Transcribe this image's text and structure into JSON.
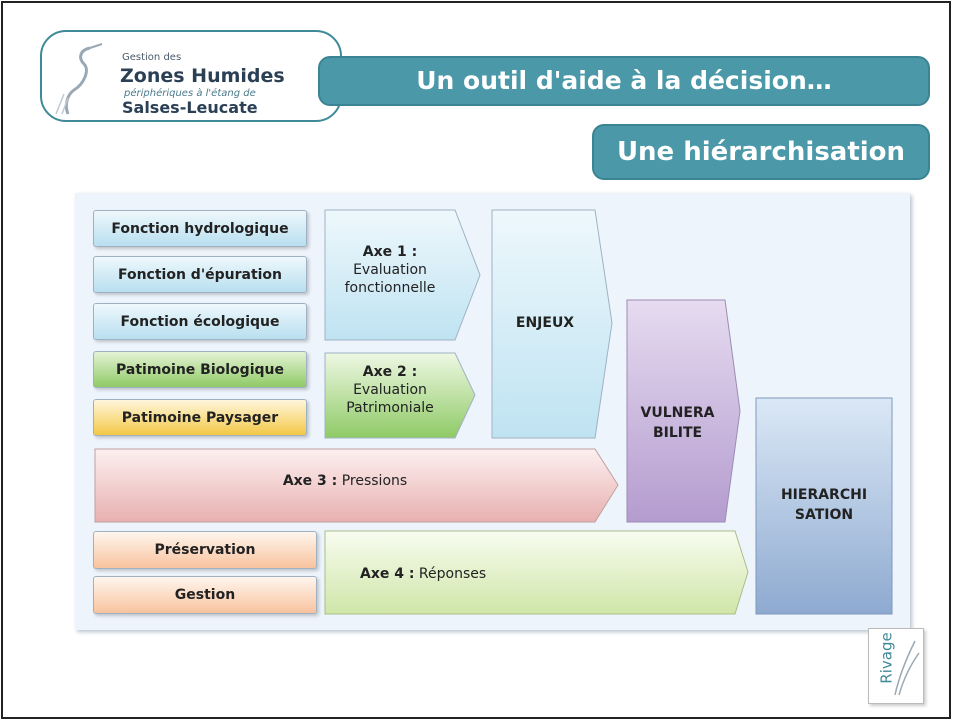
{
  "logo": {
    "line1": "Gestion des",
    "line2": "Zones Humides",
    "line3": "périphériques à l'étang de",
    "line4": "Salses-Leucate"
  },
  "banners": {
    "title": "Un outil d'aide à la décision…",
    "subtitle": "Une hiérarchisation"
  },
  "diagram": {
    "fonctions": [
      "Fonction hydrologique",
      "Fonction d'épuration",
      "Fonction écologique"
    ],
    "patrimoine": [
      "Patimoine Biologique",
      "Patimoine Paysager"
    ],
    "axe1": {
      "label": "Axe 1 :",
      "line1": "Evaluation",
      "line2": "fonctionnelle"
    },
    "axe2": {
      "label": "Axe 2 :",
      "line1": "Evaluation",
      "line2": "Patrimoniale"
    },
    "enjeux": "ENJEUX",
    "vulnera1": "VULNERA",
    "vulnera2": "BILITE",
    "axe3": {
      "label": "Axe 3 :",
      "text": " Pressions"
    },
    "hierarchi1": "HIERARCHI",
    "hierarchi2": "SATION",
    "reponses_items": [
      "Préservation",
      "Gestion"
    ],
    "axe4": {
      "label": "Axe 4 :",
      "text": " Réponses"
    }
  },
  "rivage": "Rivage"
}
